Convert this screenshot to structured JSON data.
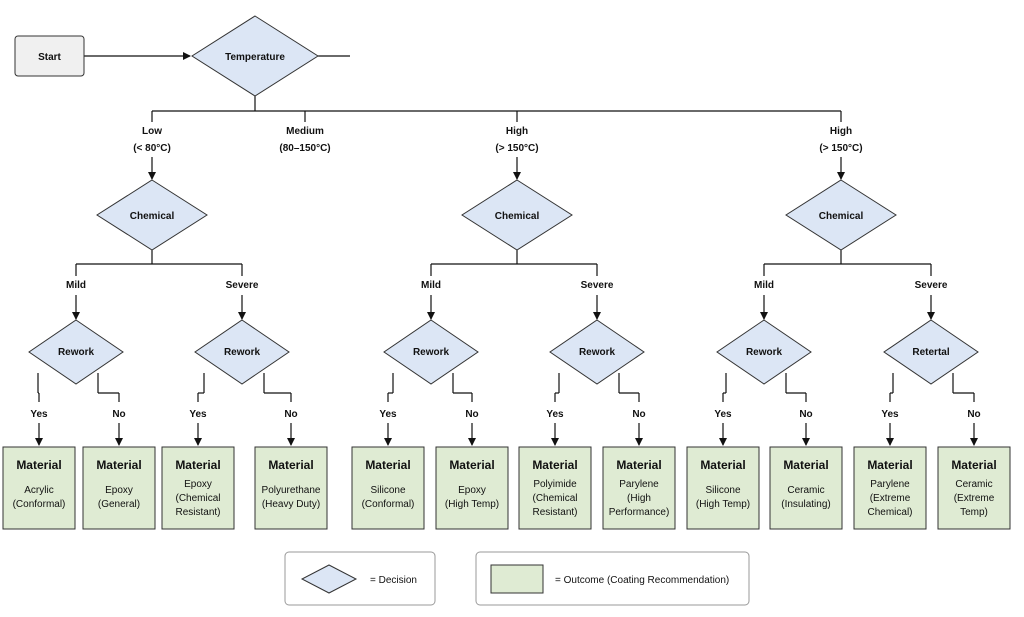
{
  "start": {
    "label": "Start"
  },
  "root": {
    "label": "Temperature"
  },
  "branches": [
    {
      "lines": [
        "Low",
        "(< 80°C)"
      ]
    },
    {
      "lines": [
        "Medium",
        "(80–150°C)"
      ]
    },
    {
      "lines": [
        "High",
        "(> 150°C)"
      ]
    },
    {
      "lines": [
        "High",
        "(> 150°C)"
      ]
    }
  ],
  "groups": [
    {
      "decision": "Chemical",
      "subs": [
        {
          "label": "Mild",
          "decision": "Rework",
          "answers": [
            "Yes",
            "No"
          ],
          "outcomes": [
            {
              "title": "Material",
              "lines": [
                "Acrylic",
                "(Conformal)"
              ]
            },
            {
              "title": "Material",
              "lines": [
                "Epoxy",
                "(General)"
              ]
            }
          ]
        },
        {
          "label": "Severe",
          "decision": "Rework",
          "answers": [
            "Yes",
            "No"
          ],
          "outcomes": [
            {
              "title": "Material",
              "lines": [
                "Epoxy",
                "(Chemical",
                "Resistant)"
              ]
            },
            {
              "title": "Material",
              "lines": [
                "Polyurethane",
                "(Heavy Duty)"
              ]
            }
          ]
        }
      ]
    },
    {
      "decision": "Chemical",
      "subs": [
        {
          "label": "Mild",
          "decision": "Rework",
          "answers": [
            "Yes",
            "No"
          ],
          "outcomes": [
            {
              "title": "Material",
              "lines": [
                "Silicone",
                "(Conformal)"
              ]
            },
            {
              "title": "Material",
              "lines": [
                "Epoxy",
                "(High Temp)"
              ]
            }
          ]
        },
        {
          "label": "Severe",
          "decision": "Rework",
          "answers": [
            "Yes",
            "No"
          ],
          "outcomes": [
            {
              "title": "Material",
              "lines": [
                "Polyimide",
                "(Chemical",
                "Resistant)"
              ]
            },
            {
              "title": "Material",
              "lines": [
                "Parylene",
                "(High",
                "Performance)"
              ]
            }
          ]
        }
      ]
    },
    {
      "decision": "Chemical",
      "subs": [
        {
          "label": "Mild",
          "decision": "Rework",
          "answers": [
            "Yes",
            "No"
          ],
          "outcomes": [
            {
              "title": "Material",
              "lines": [
                "Silicone",
                "(High Temp)"
              ]
            },
            {
              "title": "Material",
              "lines": [
                "Ceramic",
                "(Insulating)"
              ]
            }
          ]
        },
        {
          "label": "Severe",
          "decision": "Retertal",
          "answers": [
            "Yes",
            "No"
          ],
          "outcomes": [
            {
              "title": "Material",
              "lines": [
                "Parylene",
                "(Extreme",
                "Chemical)"
              ]
            },
            {
              "title": "Material",
              "lines": [
                "Ceramic",
                "(Extreme",
                "Temp)"
              ]
            }
          ]
        }
      ]
    }
  ],
  "legend": {
    "decision": "= Decision",
    "outcome": "= Outcome (Coating Recommendation)"
  },
  "colors": {
    "decision_fill": "#dce6f5",
    "outcome_fill": "#dfebd3",
    "start_fill": "#f0f0f0",
    "stroke": "#333333"
  }
}
